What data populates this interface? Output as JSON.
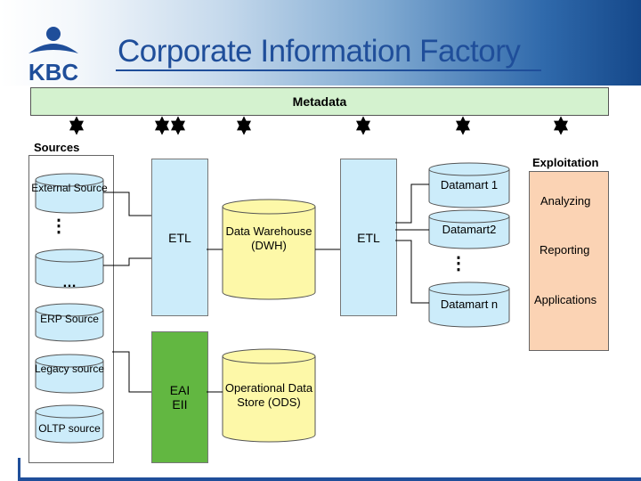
{
  "header": {
    "title": "Corporate Information Factory",
    "logo_text": "KBC"
  },
  "metadata": {
    "label": "Metadata"
  },
  "sources": {
    "label": "Sources",
    "external": "External Source",
    "dots_vertical": "⋮",
    "ellipsis": "…",
    "erp": "ERP Source",
    "legacy": "Legacy source",
    "oltp": "OLTP source"
  },
  "etl_left": {
    "label": "ETL"
  },
  "eai": {
    "line1": "EAI",
    "line2": "EII"
  },
  "dwh": {
    "label": "Data Warehouse (DWH)"
  },
  "ods": {
    "label": "Operational Data Store (ODS)"
  },
  "etl_right": {
    "label": "ETL"
  },
  "datamarts": {
    "dm1": "Datamart 1",
    "dm2": "Datamart2",
    "dots": "⋮",
    "dmn": "Datamart n"
  },
  "exploitation": {
    "label": "Exploitation",
    "items": [
      "Analyzing",
      "Reporting",
      "Applications"
    ]
  },
  "colors": {
    "brand_blue": "#1f4e9a",
    "metadata_green": "#d4f2cf",
    "etl_blue": "#ccecfa",
    "eai_green": "#62b741",
    "exploit_orange": "#fbd3b4",
    "cylinder_fill": "#fdf8a8"
  }
}
